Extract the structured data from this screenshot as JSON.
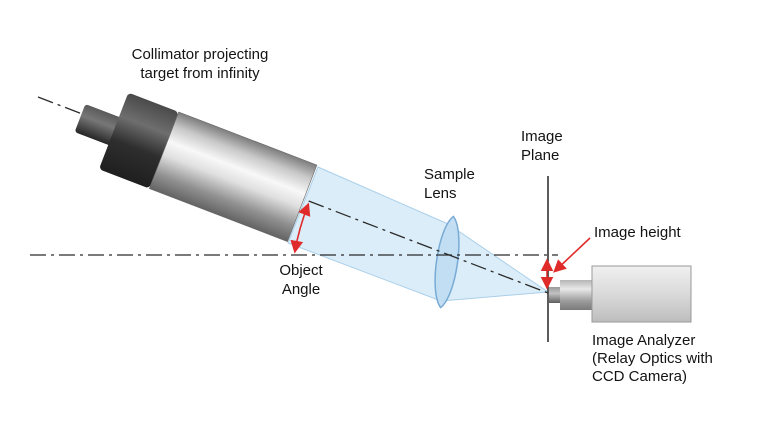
{
  "labels": {
    "collimator1": "Collimator projecting",
    "collimator2": "target from infinity",
    "sample_lens1": "Sample",
    "sample_lens2": "Lens",
    "image_plane1": "Image",
    "image_plane2": "Plane",
    "image_height": "Image height",
    "object_angle1": "Object",
    "object_angle2": "Angle",
    "analyzer1": "Image Analyzer",
    "analyzer2": "(Relay Optics with",
    "analyzer3": "CCD Camera)"
  },
  "colors": {
    "arrow_red": "#e02b2b",
    "beam_fill": "#d2e8f8",
    "beam_stroke": "#aacfe9",
    "lens_fill": "#bedcf2",
    "lens_stroke": "#78abd4",
    "axis_color": "#2b2b2b",
    "text_color": "#131313"
  }
}
